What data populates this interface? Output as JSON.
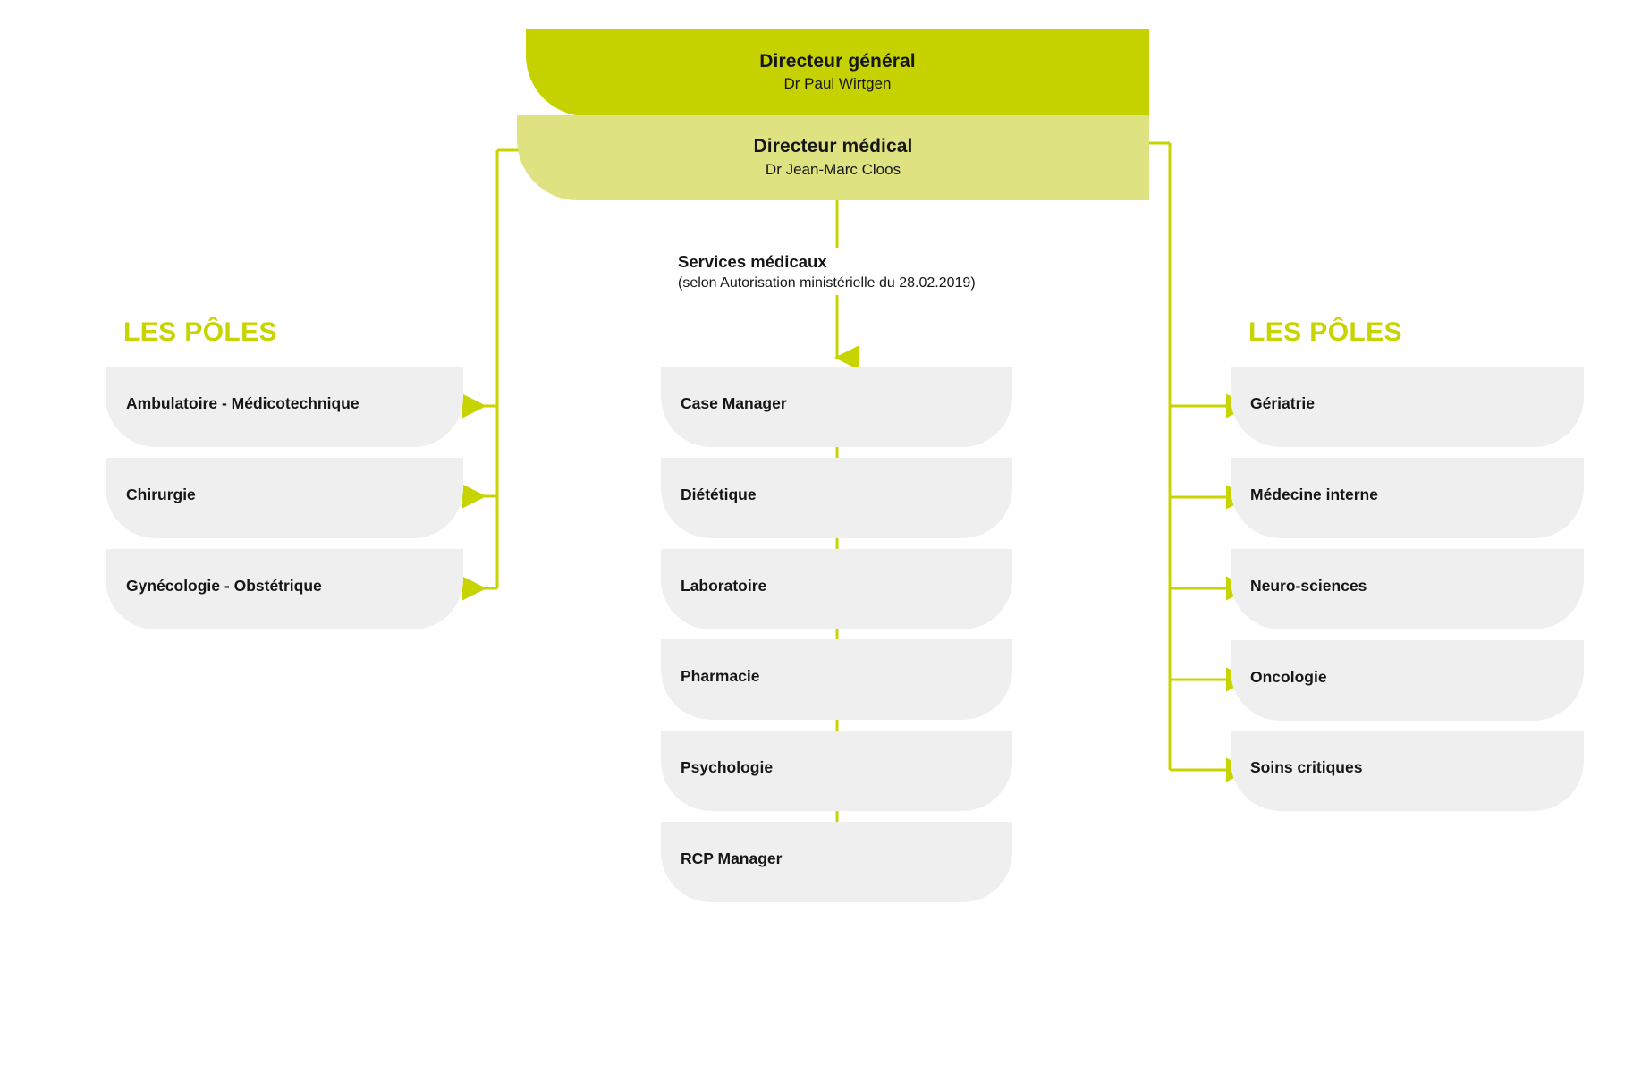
{
  "colors": {
    "accent_strong": "#c6d200",
    "accent_light": "#dee281",
    "heading_green": "#c8d400",
    "node_grey": "#efefef",
    "line": "#c8d400",
    "text_dark": "#161616"
  },
  "executives": [
    {
      "id": "directeur-general",
      "title": "Directeur général",
      "name": "Dr Paul Wirtgen"
    },
    {
      "id": "directeur-medical",
      "title": "Directeur médical",
      "name": "Dr Jean-Marc Cloos"
    }
  ],
  "services_caption": {
    "title": "Services médicaux",
    "subtitle": "(selon Autorisation ministérielle du 28.02.2019)"
  },
  "columns": {
    "left": {
      "heading": "LES PÔLES",
      "items": [
        {
          "label": "Ambulatoire - Médicotechnique"
        },
        {
          "label": "Chirurgie"
        },
        {
          "label": "Gynécologie - Obstétrique"
        }
      ]
    },
    "center": {
      "heading": "",
      "items": [
        {
          "label": "Case Manager"
        },
        {
          "label": "Diététique"
        },
        {
          "label": "Laboratoire"
        },
        {
          "label": "Pharmacie"
        },
        {
          "label": "Psychologie"
        },
        {
          "label": "RCP Manager"
        }
      ]
    },
    "right": {
      "heading": "LES PÔLES",
      "items": [
        {
          "label": "Gériatrie"
        },
        {
          "label": "Médecine interne"
        },
        {
          "label": "Neuro-sciences"
        },
        {
          "label": "Oncologie"
        },
        {
          "label": "Soins critiques"
        }
      ]
    }
  }
}
